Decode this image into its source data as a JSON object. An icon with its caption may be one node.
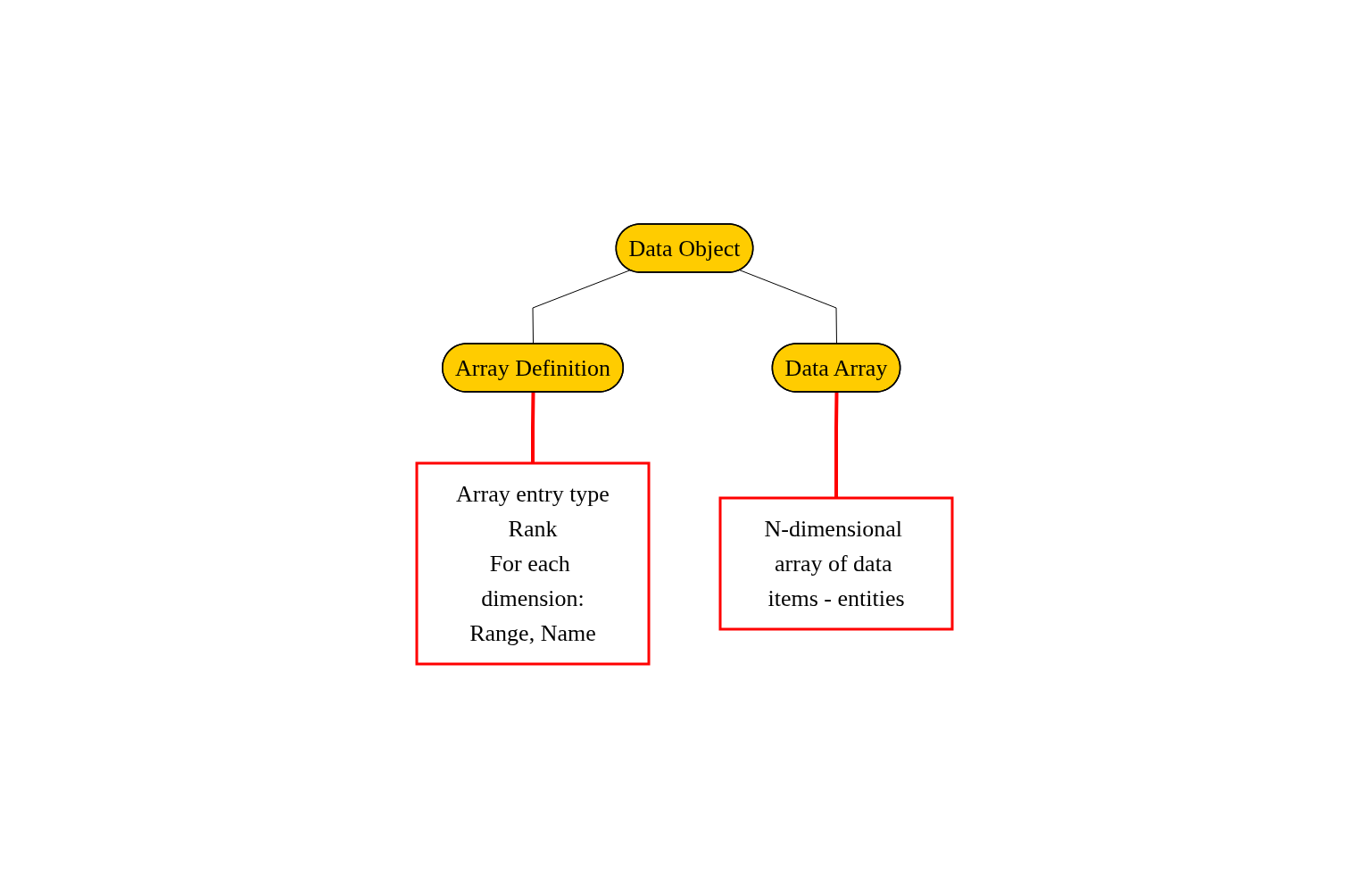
{
  "diagram": {
    "nodes": [
      {
        "text": [
          "Data Object"
        ]
      },
      {
        "text": [
          "Array Definition"
        ]
      },
      {
        "text": [
          "Data Array"
        ]
      },
      {
        "text": [
          "Array entry type",
          "Rank",
          "For each dimension:",
          "Range, Name"
        ]
      },
      {
        "text": [
          "N-dimensional array of data items - entities"
        ]
      }
    ],
    "edges": [
      {
        "from": 0,
        "to": 1,
        "arrow": "none"
      },
      {
        "from": 0,
        "to": 2,
        "arrow": "none"
      },
      {
        "from": 1,
        "to": 3,
        "arrow": "none",
        "style": "thick",
        "color": "#ff0000"
      },
      {
        "from": 2,
        "to": 4,
        "arrow": "none",
        "style": "thick",
        "color": "#ff0000"
      }
    ]
  }
}
